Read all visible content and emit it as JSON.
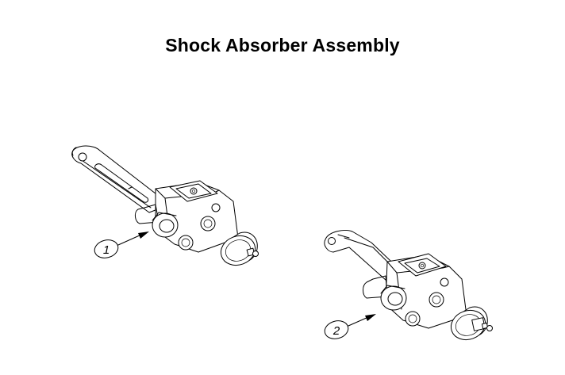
{
  "diagram": {
    "title": "Shock Absorber Assembly",
    "callouts": [
      {
        "label": "1"
      },
      {
        "label": "2"
      }
    ],
    "colors": {
      "background": "#ffffff",
      "ink": "#000000"
    }
  }
}
